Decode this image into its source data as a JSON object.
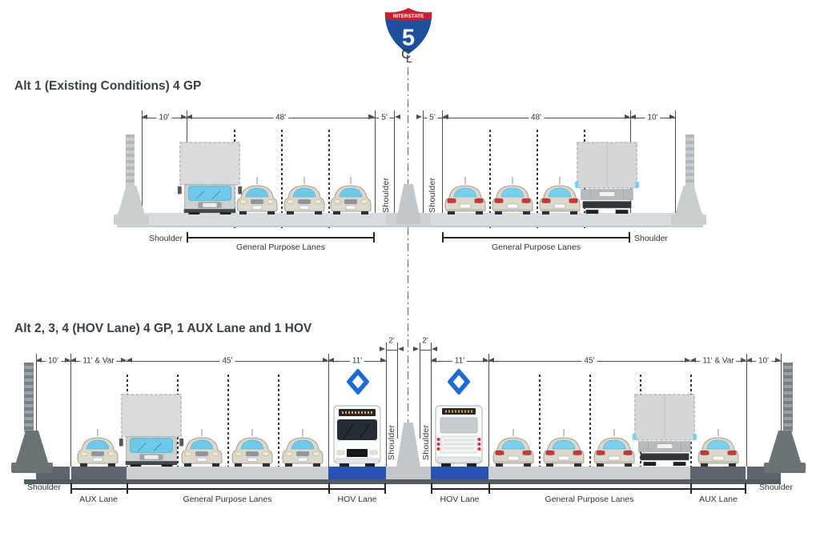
{
  "shield": {
    "band": "INTERSTATE",
    "number": "5"
  },
  "cl": {
    "c": "C",
    "l": "L"
  },
  "alt1": {
    "title": "Alt 1 (Existing Conditions) 4 GP",
    "dims": [
      "10'",
      "48'",
      "5'",
      "5'",
      "48'",
      "10'"
    ],
    "median_shoulders": [
      "Shoulder",
      "Shoulder"
    ],
    "bottom": {
      "left_shoulder": "Shoulder",
      "left_lanes": "General Purpose Lanes",
      "right_lanes": "General Purpose Lanes",
      "right_shoulder": "Shoulder"
    }
  },
  "alt2": {
    "title": "Alt 2, 3, 4 (HOV Lane) 4 GP, 1 AUX Lane and 1 HOV",
    "dims": [
      "10'",
      "11' & Var",
      "45'",
      "11'",
      "11'",
      "45'",
      "11' & Var",
      "10'"
    ],
    "small_dims": [
      "2'",
      "2'"
    ],
    "median_shoulders": [
      "Shoulder",
      "Shoulder"
    ],
    "bottom": {
      "left_shoulder": "Shoulder",
      "left_aux": "AUX Lane",
      "left_gp": "General Purpose Lanes",
      "left_hov": "HOV Lane",
      "right_hov": "HOV Lane",
      "right_gp": "General Purpose Lanes",
      "right_aux": "AUX Lane",
      "right_shoulder": "Shoulder"
    }
  },
  "colors": {
    "shield_red": "#c8202f",
    "shield_blue": "#1d4f9c",
    "hov_blue": "#2a52b5",
    "diamond_blue": "#1e6bd6",
    "road_light": "#ccd0d3",
    "road_dark": "#5d666c",
    "median_gray": "#c3c7c9"
  }
}
